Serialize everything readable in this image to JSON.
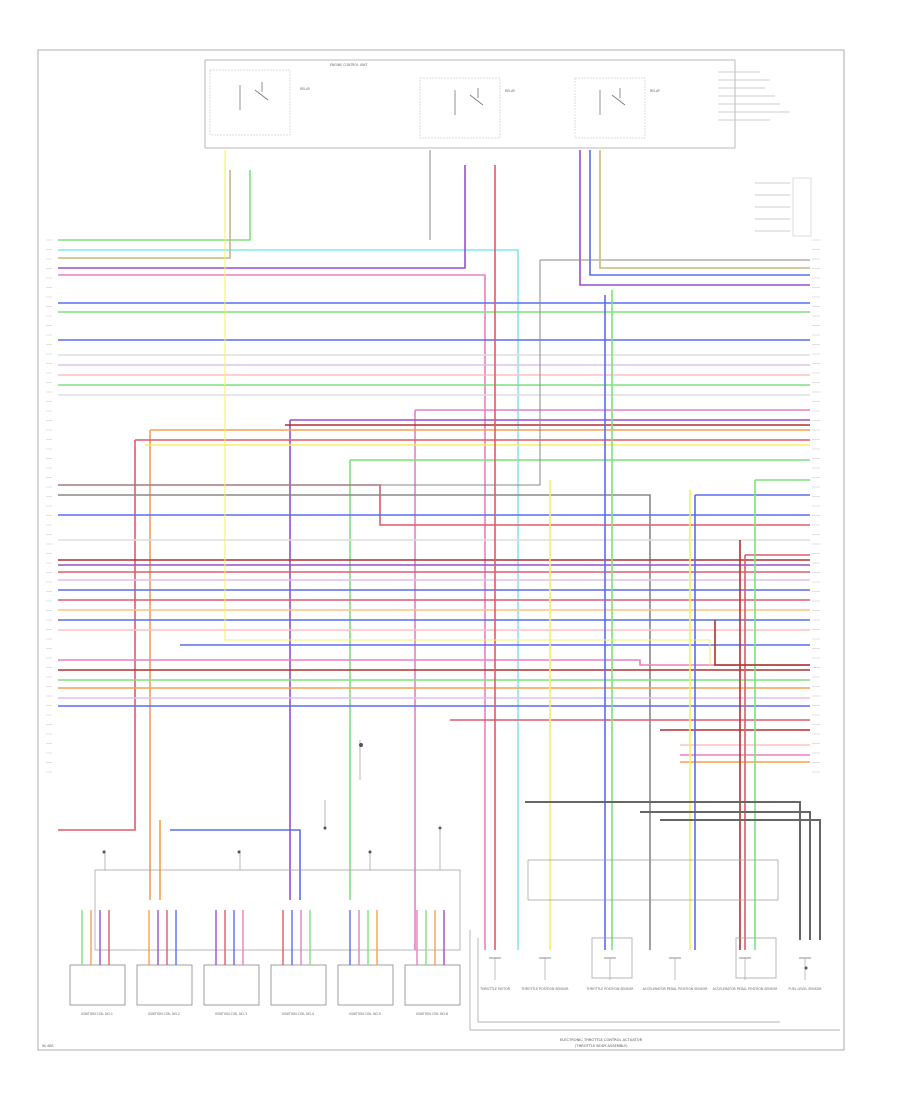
{
  "labels": {
    "main_relay": "ENGINE CONTROL UNIT",
    "relay_left": "RELAY",
    "relay_mid": "RELAY",
    "relay_right": "RELAY",
    "bottom_caption_1": "ELECTRONIC THROTTLE CONTROL ACTUATOR",
    "bottom_caption_2": "(THROTTLE BODY ASSEMBLY)",
    "corner": "W/ ABS"
  },
  "injectors": [
    {
      "label": "IGNITION COIL NO.1"
    },
    {
      "label": "IGNITION COIL NO.2"
    },
    {
      "label": "IGNITION COIL NO.3"
    },
    {
      "label": "IGNITION COIL NO.4"
    },
    {
      "label": "IGNITION COIL NO.5"
    },
    {
      "label": "IGNITION COIL NO.6"
    }
  ],
  "sensors": [
    {
      "label": "THROTTLE MOTOR"
    },
    {
      "label": "THROTTLE POSITION SENSOR"
    },
    {
      "label": "THROTTLE POSITION SENSOR"
    },
    {
      "label": "ACCELERATOR PEDAL POSITION SENSOR"
    },
    {
      "label": "ACCELERATOR PEDAL POSITION SENSOR"
    },
    {
      "label": "FUEL LEVEL SENSOR"
    }
  ],
  "colors": {
    "green": "#7fe07f",
    "cyan": "#7fe9f0",
    "purple": "#9b4fc9",
    "blue": "#5a6cf0",
    "red": "#e05a6a",
    "orange": "#f5a050",
    "pink": "#e880c0",
    "yellow": "#f5f060",
    "gray": "#888888",
    "darkred": "#b03030"
  }
}
